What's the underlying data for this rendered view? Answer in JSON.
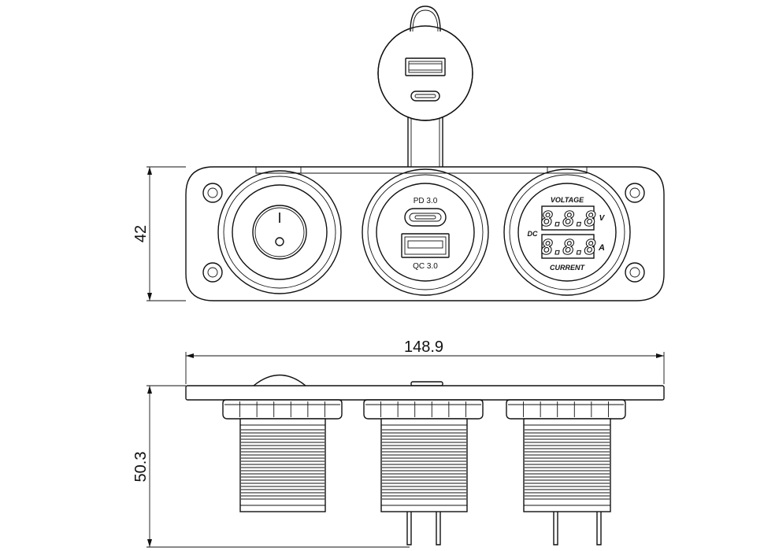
{
  "dimensions": {
    "front_height": "42",
    "width": "148.9",
    "side_height": "50.3"
  },
  "switch": {
    "on_symbol": "I",
    "off_symbol": "O"
  },
  "usb_charger": {
    "top_label": "PD 3.0",
    "bottom_label": "QC 3.0"
  },
  "meter": {
    "voltage_label": "VOLTAGE",
    "current_label": "CURRENT",
    "dc_label": "DC",
    "voltage_unit": "V",
    "current_unit": "A",
    "voltage_digits": "8.8.8",
    "current_digits": "8.8.8"
  },
  "colors": {
    "line": "#111111",
    "background": "#ffffff"
  }
}
